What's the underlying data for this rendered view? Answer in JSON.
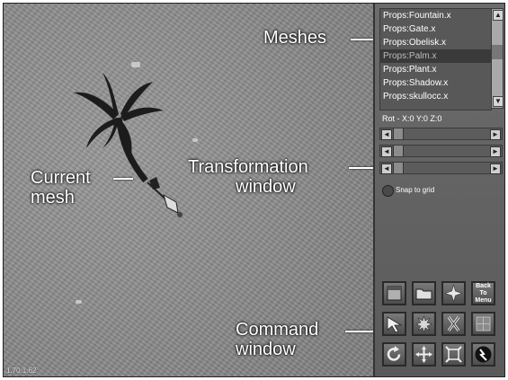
{
  "callouts": {
    "meshes": "Meshes",
    "current_mesh": [
      "Current",
      "mesh"
    ],
    "transformation_window": [
      "Transformation",
      "window"
    ],
    "command_window": [
      "Command",
      "window"
    ]
  },
  "version": "1.70.1.62",
  "meshes": {
    "items": [
      {
        "label": "Props:Fountain.x",
        "selected": false
      },
      {
        "label": "Props:Gate.x",
        "selected": false
      },
      {
        "label": "Props:Obelisk.x",
        "selected": false
      },
      {
        "label": "Props:Palm.x",
        "selected": true
      },
      {
        "label": "Props:Plant.x",
        "selected": false
      },
      {
        "label": "Props:Shadow.x",
        "selected": false
      },
      {
        "label": "Props:skullocc.x",
        "selected": false
      }
    ],
    "scroll_up_glyph": "▲",
    "scroll_down_glyph": "▼"
  },
  "transform": {
    "rotation_label": "Rot - X:0 Y:0 Z:0",
    "snap_label": "Snap to grid",
    "left_glyph": "◄",
    "right_glyph": "►"
  },
  "commands": {
    "back_to_menu": [
      "Back",
      "To",
      "Menu"
    ],
    "icons": [
      "square-icon",
      "folder-icon",
      "burst-icon",
      "back-to-menu-button",
      "pointer-icon",
      "explode-icon",
      "cut-icon",
      "grid-icon",
      "rotate-icon",
      "move-icon",
      "scale-icon",
      "lightning-icon"
    ]
  },
  "colors": {
    "panel": "#5f5f5f",
    "selected_item": "#3a3a3a",
    "callout_text": "#ffffff"
  }
}
